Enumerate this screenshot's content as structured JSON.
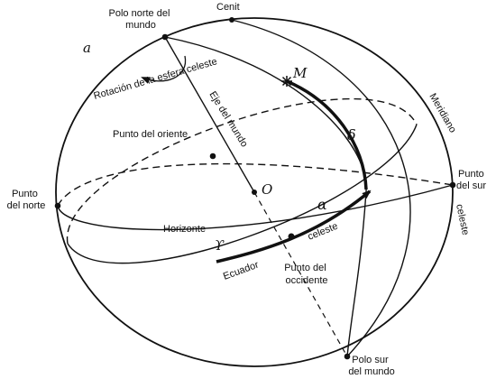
{
  "labels": {
    "north_pole": [
      "Polo norte del",
      "mundo"
    ],
    "zenith": "Cenit",
    "small_a": "a",
    "star_m": "M",
    "rotation": "Rotación de la esfera celeste",
    "axis": "Eje del mundo",
    "meridian": "Meridiano",
    "east_point": "Punto del oriente",
    "delta": "δ",
    "south_point": [
      "Punto",
      "del sur"
    ],
    "north_point": [
      "Punto",
      "del norte"
    ],
    "center": "O",
    "alpha": "α",
    "horizon": "Horizonte",
    "equator_celeste": "celeste",
    "aries": "ϒ",
    "equator": "Ecuador",
    "west_point": [
      "Punto del",
      "occidente"
    ],
    "meridian_celeste": "celeste",
    "south_pole": [
      "Polo sur",
      "del mundo"
    ]
  },
  "colors": {
    "ink": "#111111",
    "background": "#ffffff"
  }
}
